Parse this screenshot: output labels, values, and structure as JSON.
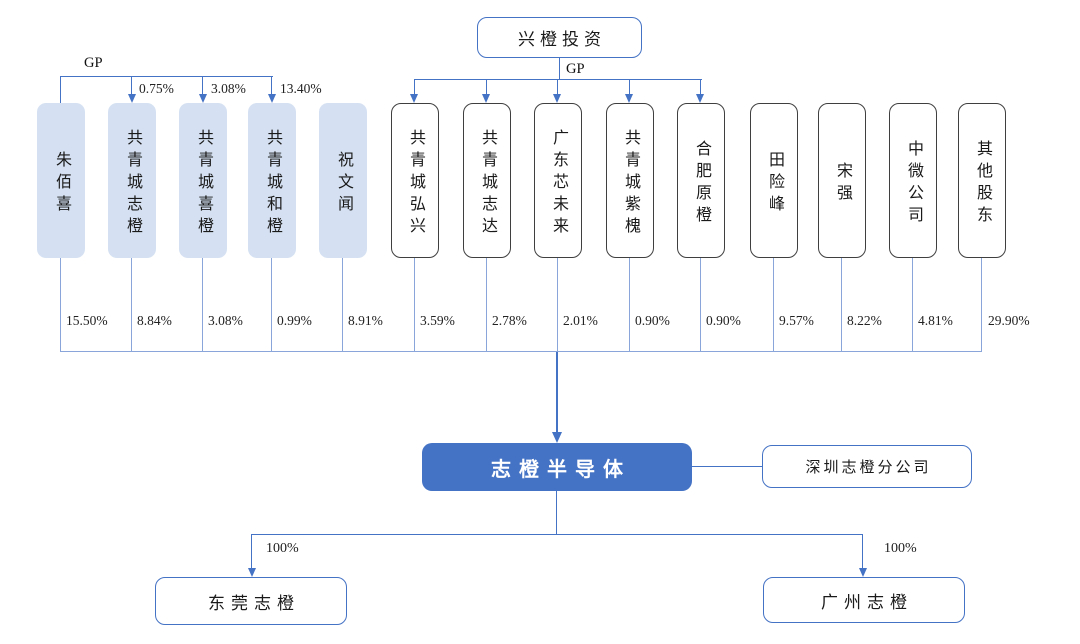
{
  "colors": {
    "accent_blue": "#4472c4",
    "light_box_fill": "#d5e1f2",
    "outline_box_border": "#3f3f3f",
    "thin_line_blue": "#8aa5da"
  },
  "top_company": {
    "label": "兴橙投资",
    "gp_label": "GP"
  },
  "left_gp": {
    "label": "GP",
    "arrows": [
      {
        "pct": "0.75%"
      },
      {
        "pct": "3.08%"
      },
      {
        "pct": "13.40%"
      }
    ]
  },
  "shareholders": [
    {
      "name": "朱佰喜",
      "pct": "15.50%"
    },
    {
      "name": "共青城志橙",
      "pct": "8.84%"
    },
    {
      "name": "共青城喜橙",
      "pct": "3.08%"
    },
    {
      "name": "共青城和橙",
      "pct": "0.99%"
    },
    {
      "name": "祝文闻",
      "pct": "8.91%"
    },
    {
      "name": "共青城弘兴",
      "pct": "3.59%"
    },
    {
      "name": "共青城志达",
      "pct": "2.78%"
    },
    {
      "name": "广东芯未来",
      "pct": "2.01%"
    },
    {
      "name": "共青城紫槐",
      "pct": "0.90%"
    },
    {
      "name": "合肥原橙",
      "pct": "0.90%"
    },
    {
      "name": "田险峰",
      "pct": "9.57%"
    },
    {
      "name": "宋强",
      "pct": "8.22%"
    },
    {
      "name": "中微公司",
      "pct": "4.81%"
    },
    {
      "name": "其他股东",
      "pct": "29.90%"
    }
  ],
  "main_company": {
    "label": "志橙半导体"
  },
  "branch_office": {
    "label": "深圳志橙分公司"
  },
  "subsidiaries": [
    {
      "name": "东莞志橙",
      "pct": "100%"
    },
    {
      "name": "广州志橙",
      "pct": "100%"
    }
  ]
}
